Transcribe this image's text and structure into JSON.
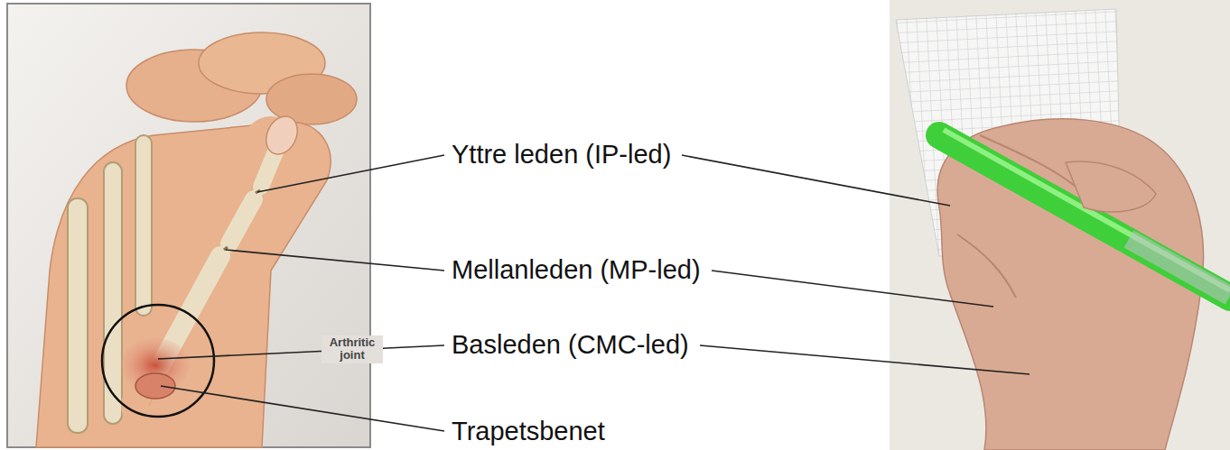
{
  "diagram": {
    "labels": [
      "Arthritic joint",
      "Yttre leden (IP-led)",
      "Mellanleden (MP-led)",
      "Basleden (CMC-led)",
      "Trapetsbenet"
    ]
  }
}
